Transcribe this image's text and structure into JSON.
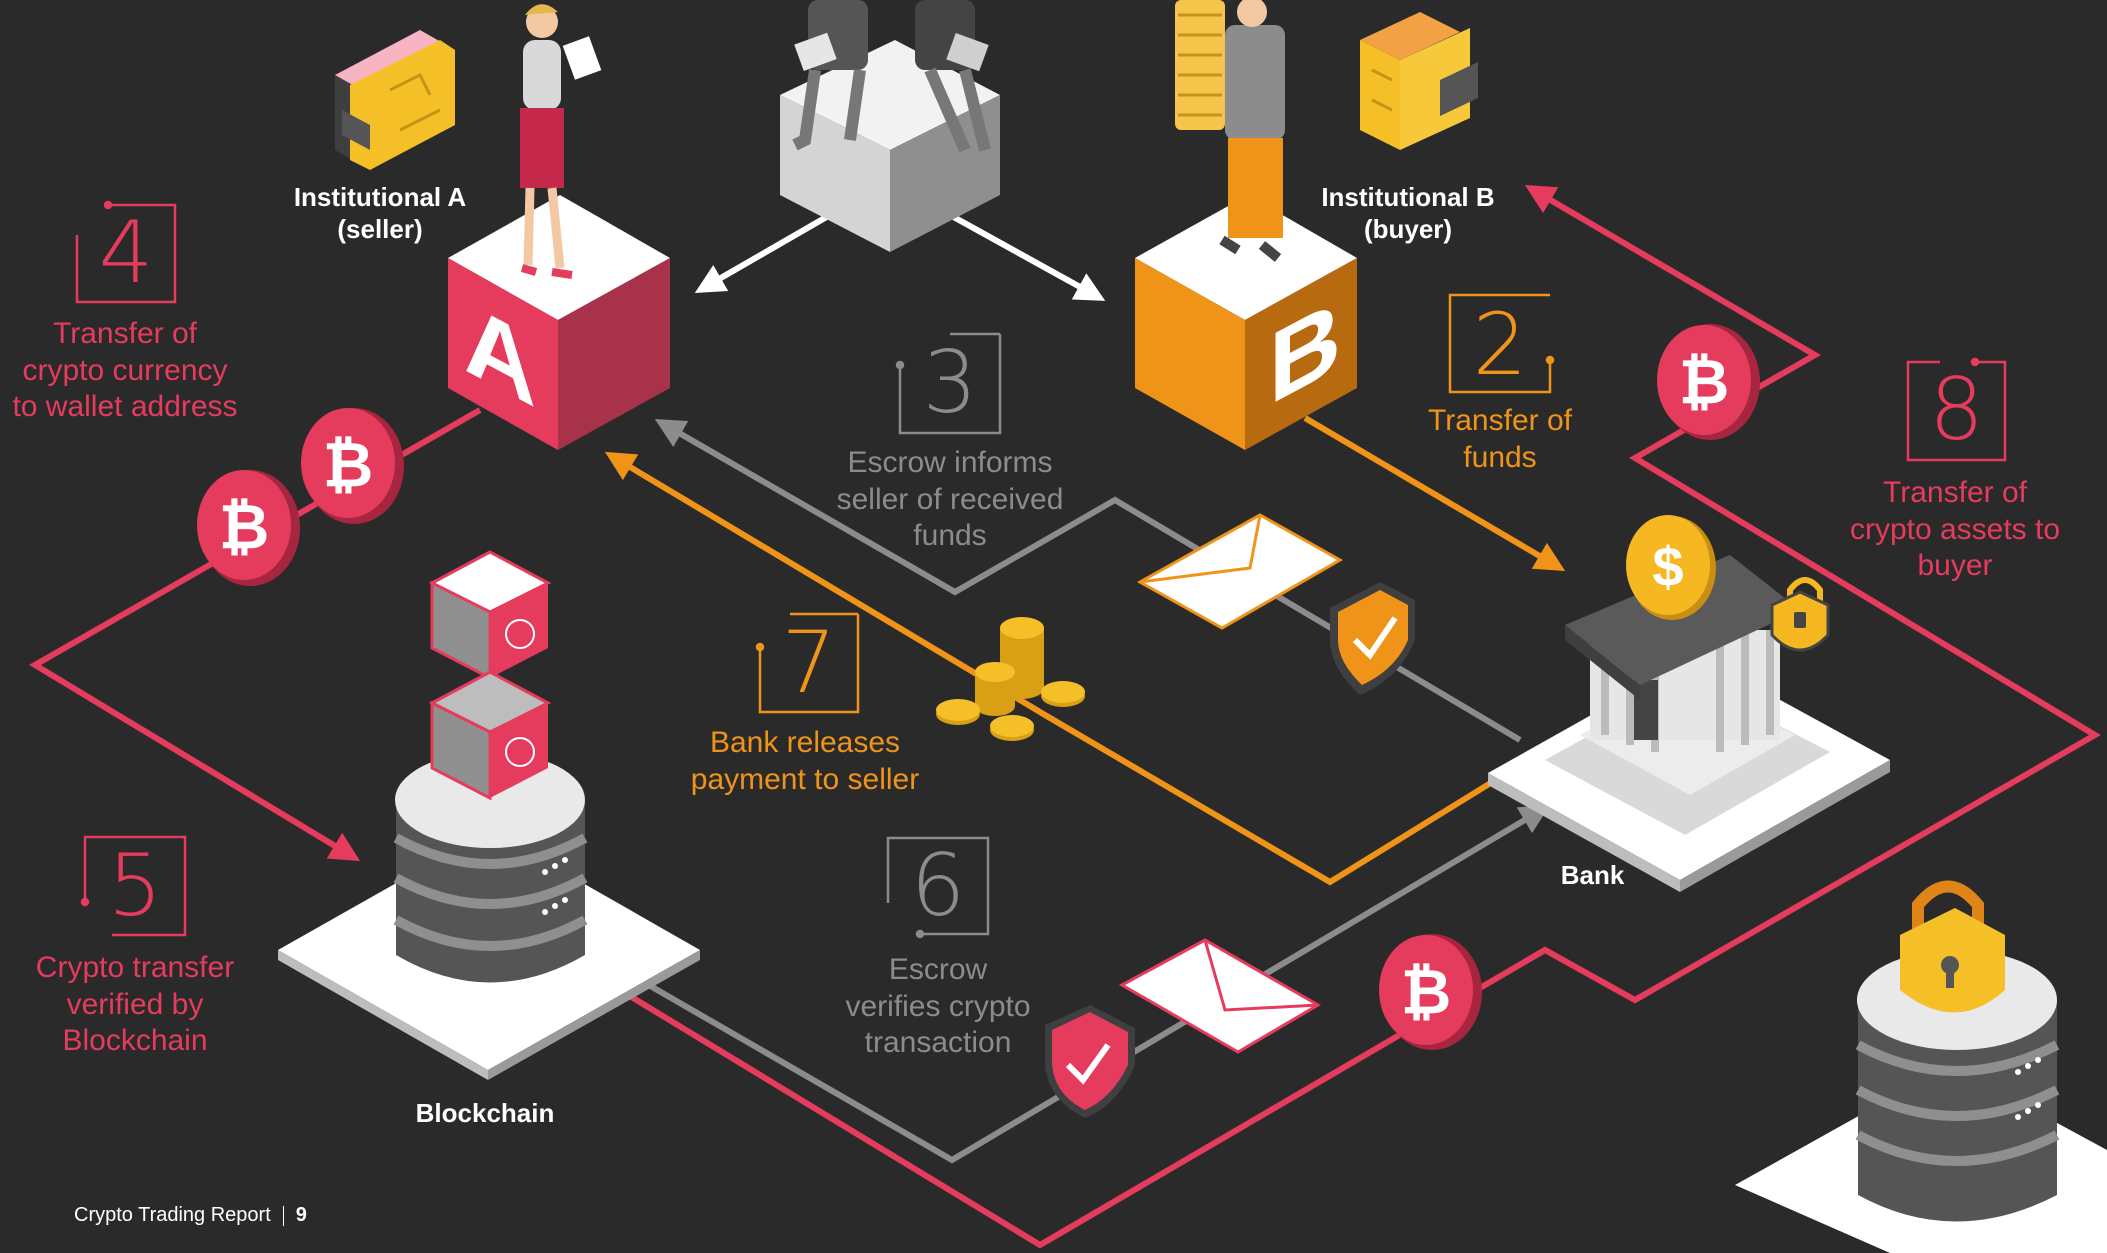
{
  "nodes": {
    "institutional_a": {
      "line1": "Institutional A",
      "line2": "(seller)",
      "letter": "A"
    },
    "institutional_b": {
      "line1": "Institutional B",
      "line2": "(buyer)",
      "letter": "B"
    },
    "bank": {
      "label": "Bank"
    },
    "blockchain": {
      "label": "Blockchain"
    }
  },
  "steps": [
    {
      "number": "2",
      "lines": [
        "Transfer of",
        "funds"
      ],
      "color": "#ef9418"
    },
    {
      "number": "3",
      "lines": [
        "Escrow informs",
        "seller of received",
        "funds"
      ],
      "color": "#8c8c8c"
    },
    {
      "number": "4",
      "lines": [
        "Transfer of",
        "crypto currency",
        "to wallet address"
      ],
      "color": "#e53c5d"
    },
    {
      "number": "5",
      "lines": [
        "Crypto transfer",
        "verified by",
        "Blockchain"
      ],
      "color": "#e53c5d"
    },
    {
      "number": "6",
      "lines": [
        "Escrow",
        "verifies crypto",
        "transaction"
      ],
      "color": "#8c8c8c"
    },
    {
      "number": "7",
      "lines": [
        "Bank releases",
        "payment to seller"
      ],
      "color": "#ef9418"
    },
    {
      "number": "8",
      "lines": [
        "Transfer of",
        "crypto assets to",
        "buyer"
      ],
      "color": "#e53c5d"
    }
  ],
  "colors": {
    "background": "#2b2a2b",
    "pink": "#e53c5d",
    "orange": "#ef9418",
    "grey": "#8c8c8c",
    "gold": "#f5b820"
  },
  "icons": [
    "bitcoin-coin-icon",
    "wallet-icon",
    "envelope-icon",
    "shield-check-icon",
    "dollar-coin-icon",
    "padlock-icon",
    "coin-stack-icon",
    "server-stack-icon",
    "bank-building-icon",
    "escrow-cube-icon"
  ],
  "footer": {
    "report": "Crypto Trading Report",
    "page": "9"
  }
}
